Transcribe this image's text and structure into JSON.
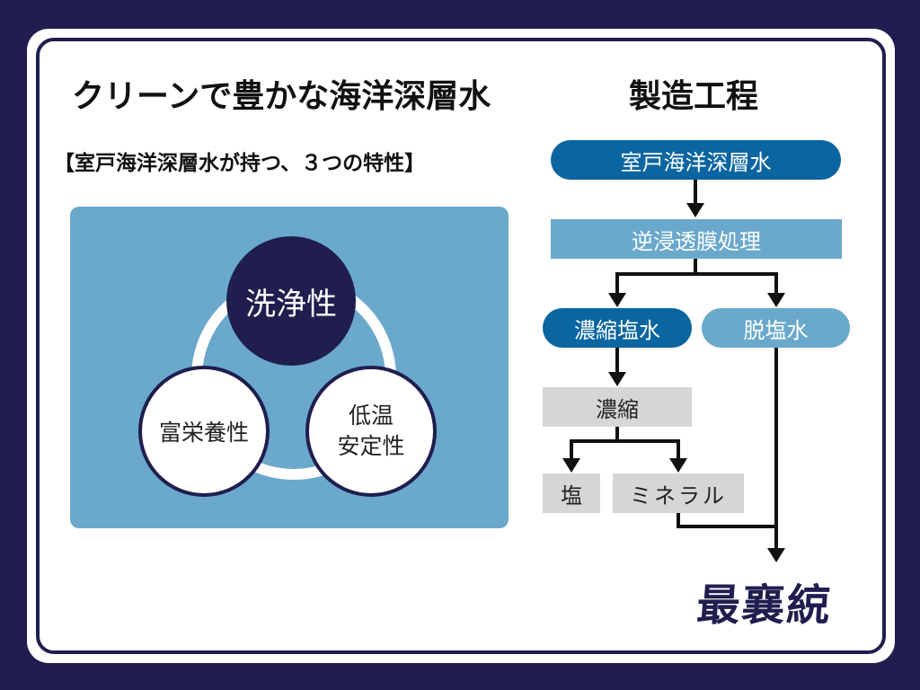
{
  "header": {
    "title": "クリーンで豊かな海洋深層水",
    "process_title": "製造工程",
    "subtitle": "【室戸海洋深層水が持つ、３つの特性】"
  },
  "properties": {
    "top": "洗浄性",
    "left": "富栄養性",
    "right_line1": "低温",
    "right_line2": "安定性"
  },
  "flow": {
    "source": "室戸海洋深層水",
    "process": "逆浸透膜処理",
    "concentrated_brine": "濃縮塩水",
    "desalinated_water": "脱塩水",
    "concentration": "濃縮",
    "salt": "塩",
    "mineral": "ミネラル",
    "product": "最襄綂"
  },
  "colors": {
    "navy": "#1f1e4e",
    "dark_blue": "#0b65a0",
    "light_blue": "#6aa8cc",
    "gray": "#d6d6d6"
  }
}
